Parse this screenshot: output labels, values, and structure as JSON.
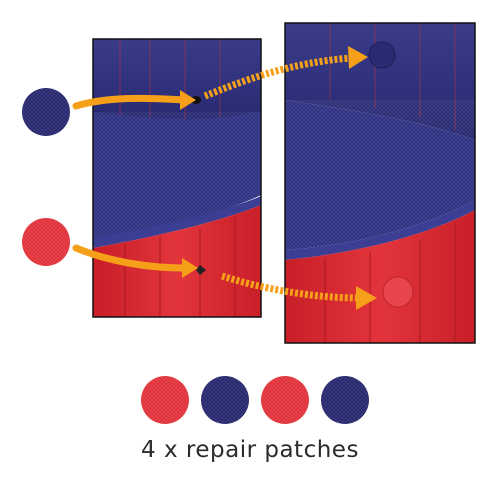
{
  "caption": "4 x repair patches",
  "colors": {
    "navy_patch": "#26276e",
    "red_patch": "#e2323a",
    "arrow_orange": "#f6a01a",
    "pool_navy": "#2d2f7a",
    "pool_red": "#d9272f",
    "frame_border": "#111111"
  },
  "patches_row": [
    "red",
    "navy",
    "red",
    "navy"
  ],
  "icons": [
    "arrow-icon"
  ]
}
